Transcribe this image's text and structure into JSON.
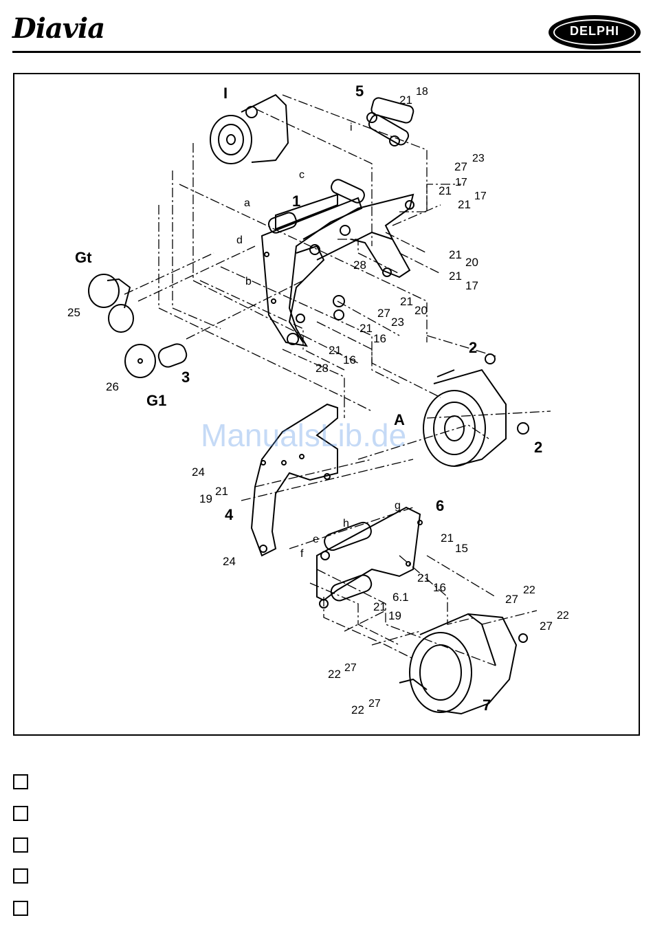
{
  "header": {
    "brand_left": "Diavia",
    "brand_right": "DELPHI"
  },
  "diagram": {
    "labels": {
      "I": "I",
      "five": "5",
      "one": "1",
      "two_a": "2",
      "two_b": "2",
      "three": "3",
      "four": "4",
      "six": "6",
      "six_one": "6.1",
      "seven": "7",
      "A": "A",
      "Gt": "Gt",
      "G1": "G1",
      "a": "a",
      "b": "b",
      "c": "c",
      "d": "d",
      "e": "e",
      "f": "f",
      "g": "g",
      "h": "h",
      "i": "i",
      "n21": "21",
      "n18": "18",
      "n27a": "27",
      "n23a": "23",
      "n21b": "21",
      "n17b": "17",
      "n21c": "21",
      "n17c": "17",
      "n21d": "21",
      "n20d": "20",
      "n21e": "21",
      "n17e": "17",
      "n28a": "28",
      "n21f": "21",
      "n20f": "20",
      "n27g": "27",
      "n23g": "23",
      "n21h": "21",
      "n16h": "16",
      "n21i": "21",
      "n16i": "16",
      "n28b": "28",
      "n25": "25",
      "n26": "26",
      "n24a": "24",
      "n19a": "19",
      "n21j": "21",
      "n24b": "24",
      "n21k": "21",
      "n15k": "15",
      "n21l": "21",
      "n16l": "16",
      "n21m": "21",
      "n19m": "19",
      "n27n": "27",
      "n22n": "22",
      "n27o": "27",
      "n22o": "22",
      "n22p": "22",
      "n27p": "27",
      "n22q": "22",
      "n27q": "27"
    }
  },
  "watermark": "ManualsLib.de",
  "checkboxes": [
    {
      "checked": false
    },
    {
      "checked": false
    },
    {
      "checked": false
    },
    {
      "checked": false
    },
    {
      "checked": false
    }
  ]
}
